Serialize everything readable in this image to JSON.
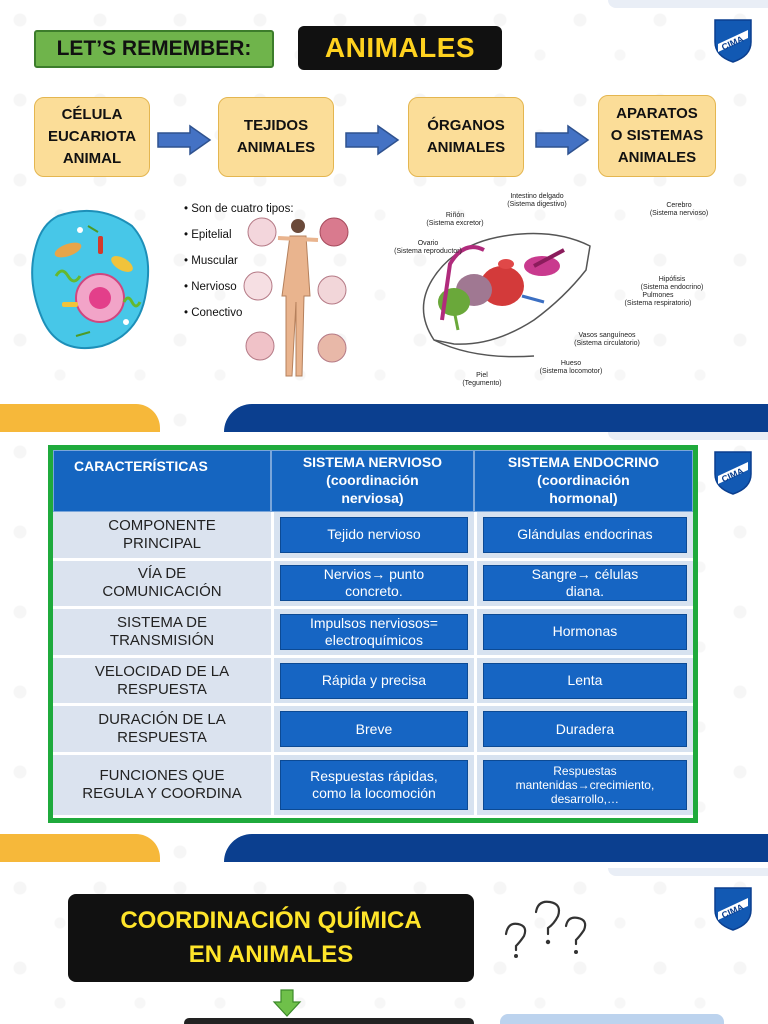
{
  "slide1": {
    "lets_remember": "LET’S REMEMBER:",
    "title": "ANIMALES",
    "flow": [
      {
        "line1": "CÉLULA",
        "line2": "EUCARIOTA",
        "line3": "ANIMAL"
      },
      {
        "line1": "TEJIDOS",
        "line2": "ANIMALES",
        "line3": ""
      },
      {
        "line1": "ÓRGANOS",
        "line2": "ANIMALES",
        "line3": ""
      },
      {
        "line1": "APARATOS",
        "line2": "O SISTEMAS",
        "line3": "ANIMALES"
      }
    ],
    "tissue_bullets": [
      "Son de cuatro tipos:",
      "Epitelial",
      "Muscular",
      "Nervioso",
      "Conectivo"
    ],
    "rat_labels": {
      "intestino": "Intestino delgado",
      "intestino_sub": "(Sistema digestivo)",
      "rinon": "Riñón",
      "rinon_sub": "(Sistema excretor)",
      "ovario": "Ovario",
      "ovario_sub": "(Sistema reproductor)",
      "cerebro": "Cerebro",
      "cerebro_sub": "(Sistema nervioso)",
      "hipofisis": "Hipófisis",
      "hipofisis_sub": "(Sistema endocrino)",
      "pulmones": "Pulmones",
      "pulmones_sub": "(Sistema respiratorio)",
      "vasos": "Vasos sanguíneos",
      "vasos_sub": "(Sistema circulatorio)",
      "hueso": "Hueso",
      "hueso_sub": "(Sistema locomotor)",
      "piel": "Piel",
      "piel_sub": "(Tegumento)"
    }
  },
  "table": {
    "headers": [
      {
        "l1": "CARACTERÍSTICAS",
        "l2": "",
        "l3": ""
      },
      {
        "l1": "SISTEMA NERVIOSO",
        "l2": "(coordinación",
        "l3": "nerviosa)"
      },
      {
        "l1": "SISTEMA ENDOCRINO",
        "l2": "(coordinación",
        "l3": "hormonal)"
      }
    ],
    "rows": [
      {
        "label1": "COMPONENTE",
        "label2": "PRINCIPAL",
        "nerv1": "Tejido nervioso",
        "nerv2": "",
        "endo1": "Glándulas endocrinas",
        "endo2": ""
      },
      {
        "label1": "VÍA DE",
        "label2": "COMUNICACIÓN",
        "nerv1": "Nervios→ punto",
        "nerv2": "concreto.",
        "endo1": "Sangre→ células",
        "endo2": "diana."
      },
      {
        "label1": "SISTEMA  DE",
        "label2": "TRANSMISIÓN",
        "nerv1": "Impulsos nerviosos=",
        "nerv2": "electroquímicos",
        "endo1": "Hormonas",
        "endo2": ""
      },
      {
        "label1": "VELOCIDAD DE LA",
        "label2": "RESPUESTA",
        "nerv1": "Rápida y precisa",
        "nerv2": "",
        "endo1": "Lenta",
        "endo2": ""
      },
      {
        "label1": "DURACIÓN DE LA",
        "label2": "RESPUESTA",
        "nerv1": "Breve",
        "nerv2": "",
        "endo1": "Duradera",
        "endo2": ""
      },
      {
        "label1": "FUNCIONES QUE",
        "label2": "REGULA Y COORDINA",
        "nerv1": "Respuestas rápidas,",
        "nerv2": "como la locomoción",
        "endo1": "Respuestas",
        "endo2": "mantenidas→crecimiento,",
        "endo3": "desarrollo,…"
      }
    ]
  },
  "slide3": {
    "title_line1": "COORDINACIÓN QUÍMICA",
    "title_line2": "EN ANIMALES"
  },
  "logo_text": "CIMA",
  "colors": {
    "yellow": "#f6b83a",
    "navy": "#0b3f8f",
    "green_frame": "#1faa3c",
    "pill_blue": "#1665c3",
    "flow_box": "#fbdd98",
    "title_yellow": "#ffd21f"
  }
}
